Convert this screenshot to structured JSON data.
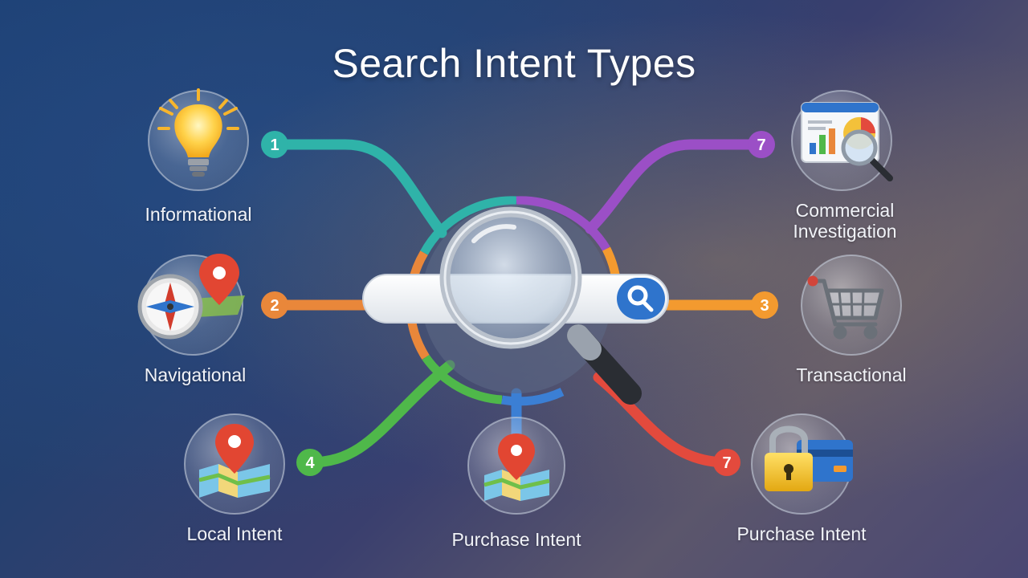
{
  "title": "Search Intent Types",
  "nodes": [
    {
      "id": "informational",
      "label": "Informational",
      "number": "1",
      "color": "#2fb3a9",
      "icon": "lightbulb-icon"
    },
    {
      "id": "navigational",
      "label": "Navigational",
      "number": "2",
      "color": "#e9873a",
      "icon": "compass-map-pin-icon"
    },
    {
      "id": "local",
      "label": "Local Intent",
      "number": "4",
      "color": "#4fb84a",
      "icon": "map-pin-icon"
    },
    {
      "id": "purchase-center",
      "label": "Purchase Intent",
      "number": "",
      "color": "#3b7fd4",
      "icon": "map-pin-icon"
    },
    {
      "id": "purchase-right",
      "label": "Purchase Intent",
      "number": "7",
      "color": "#e34a3d",
      "icon": "lock-card-icon"
    },
    {
      "id": "transactional",
      "label": "Transactional",
      "number": "3",
      "color": "#f39a2f",
      "icon": "shopping-cart-icon"
    },
    {
      "id": "commercial",
      "label_line1": "Commercial",
      "label_line2": "Investigation",
      "number": "7",
      "color": "#9b4fc6",
      "icon": "analytics-magnifier-icon"
    }
  ],
  "center": {
    "icon": "magnifying-glass-icon",
    "search_icon": "search-icon"
  }
}
